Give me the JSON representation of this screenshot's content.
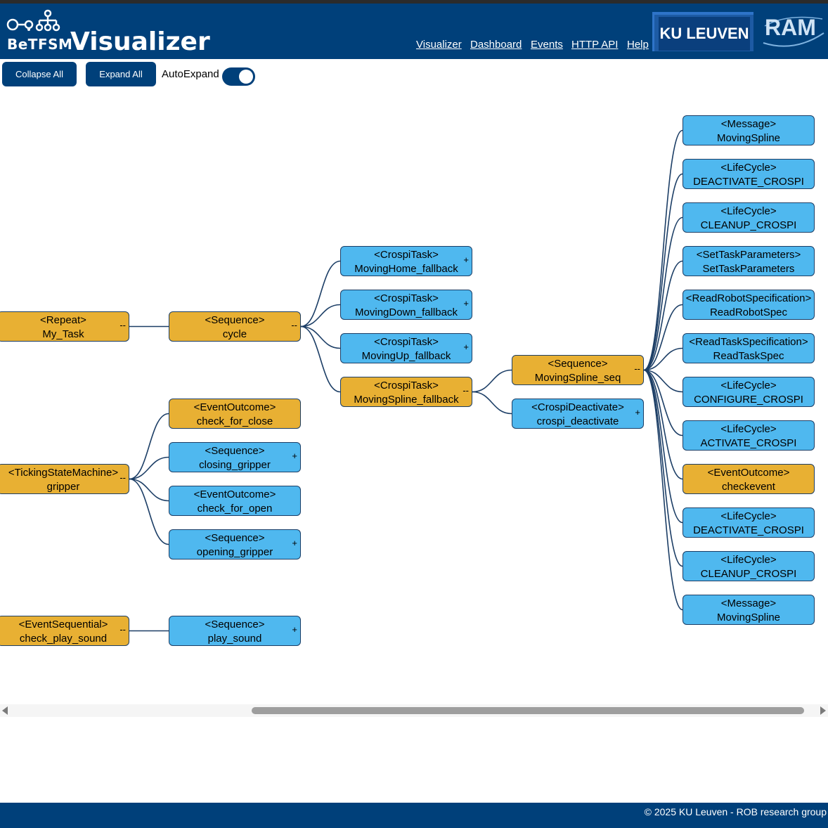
{
  "header": {
    "logo_text": "BeTFSM",
    "title": "Visualizer",
    "nav": [
      "Visualizer",
      "Dashboard",
      "Events",
      "HTTP API",
      "Help"
    ],
    "partner_logo": "KU LEUVEN",
    "ram_logo": "RAM"
  },
  "toolbar": {
    "collapse_all": "Collapse All",
    "expand_all": "Expand All",
    "autoexpand_label": "AutoExpand",
    "autoexpand_on": true
  },
  "colors": {
    "header_bg": "#00407a",
    "node_active": "#e8b033",
    "node_inactive": "#4fb8ef",
    "edge": "#1c3e66"
  },
  "tree": {
    "roots": [
      {
        "type": "<Repeat>",
        "name": "My_Task",
        "state": "active",
        "toggle": "--"
      },
      {
        "type": "<TickingStateMachine>",
        "name": "gripper",
        "state": "active",
        "toggle": "--"
      },
      {
        "type": "<EventSequential>",
        "name": "check_play_sound",
        "state": "active",
        "toggle": "--"
      }
    ],
    "level1": [
      {
        "type": "<Sequence>",
        "name": "cycle",
        "state": "active",
        "toggle": "--"
      },
      {
        "type": "<EventOutcome>",
        "name": "check_for_close",
        "state": "active",
        "toggle": ""
      },
      {
        "type": "<Sequence>",
        "name": "closing_gripper",
        "state": "inactive",
        "toggle": "+"
      },
      {
        "type": "<EventOutcome>",
        "name": "check_for_open",
        "state": "inactive",
        "toggle": ""
      },
      {
        "type": "<Sequence>",
        "name": "opening_gripper",
        "state": "inactive",
        "toggle": "+"
      },
      {
        "type": "<Sequence>",
        "name": "play_sound",
        "state": "inactive",
        "toggle": "+"
      }
    ],
    "level2": [
      {
        "type": "<CrospiTask>",
        "name": "MovingHome_fallback",
        "state": "inactive",
        "toggle": "+"
      },
      {
        "type": "<CrospiTask>",
        "name": "MovingDown_fallback",
        "state": "inactive",
        "toggle": "+"
      },
      {
        "type": "<CrospiTask>",
        "name": "MovingUp_fallback",
        "state": "inactive",
        "toggle": "+"
      },
      {
        "type": "<CrospiTask>",
        "name": "MovingSpline_fallback",
        "state": "active",
        "toggle": "--"
      }
    ],
    "level3": [
      {
        "type": "<Sequence>",
        "name": "MovingSpline_seq",
        "state": "active",
        "toggle": "--"
      },
      {
        "type": "<CrospiDeactivate>",
        "name": "crospi_deactivate",
        "state": "inactive",
        "toggle": "+"
      }
    ],
    "level4": [
      {
        "type": "<Message>",
        "name": "MovingSpline",
        "state": "inactive",
        "toggle": ""
      },
      {
        "type": "<LifeCycle>",
        "name": "DEACTIVATE_CROSPI",
        "state": "inactive",
        "toggle": ""
      },
      {
        "type": "<LifeCycle>",
        "name": "CLEANUP_CROSPI",
        "state": "inactive",
        "toggle": ""
      },
      {
        "type": "<SetTaskParameters>",
        "name": "SetTaskParameters",
        "state": "inactive",
        "toggle": ""
      },
      {
        "type": "<ReadRobotSpecification>",
        "name": "ReadRobotSpec",
        "state": "inactive",
        "toggle": ""
      },
      {
        "type": "<ReadTaskSpecification>",
        "name": "ReadTaskSpec",
        "state": "inactive",
        "toggle": ""
      },
      {
        "type": "<LifeCycle>",
        "name": "CONFIGURE_CROSPI",
        "state": "inactive",
        "toggle": ""
      },
      {
        "type": "<LifeCycle>",
        "name": "ACTIVATE_CROSPI",
        "state": "inactive",
        "toggle": ""
      },
      {
        "type": "<EventOutcome>",
        "name": "checkevent",
        "state": "active",
        "toggle": ""
      },
      {
        "type": "<LifeCycle>",
        "name": "DEACTIVATE_CROSPI",
        "state": "inactive",
        "toggle": ""
      },
      {
        "type": "<LifeCycle>",
        "name": "CLEANUP_CROSPI",
        "state": "inactive",
        "toggle": ""
      },
      {
        "type": "<Message>",
        "name": "MovingSpline",
        "state": "inactive",
        "toggle": ""
      }
    ]
  },
  "footer": {
    "text": "© 2025 KU Leuven - ROB research group"
  }
}
